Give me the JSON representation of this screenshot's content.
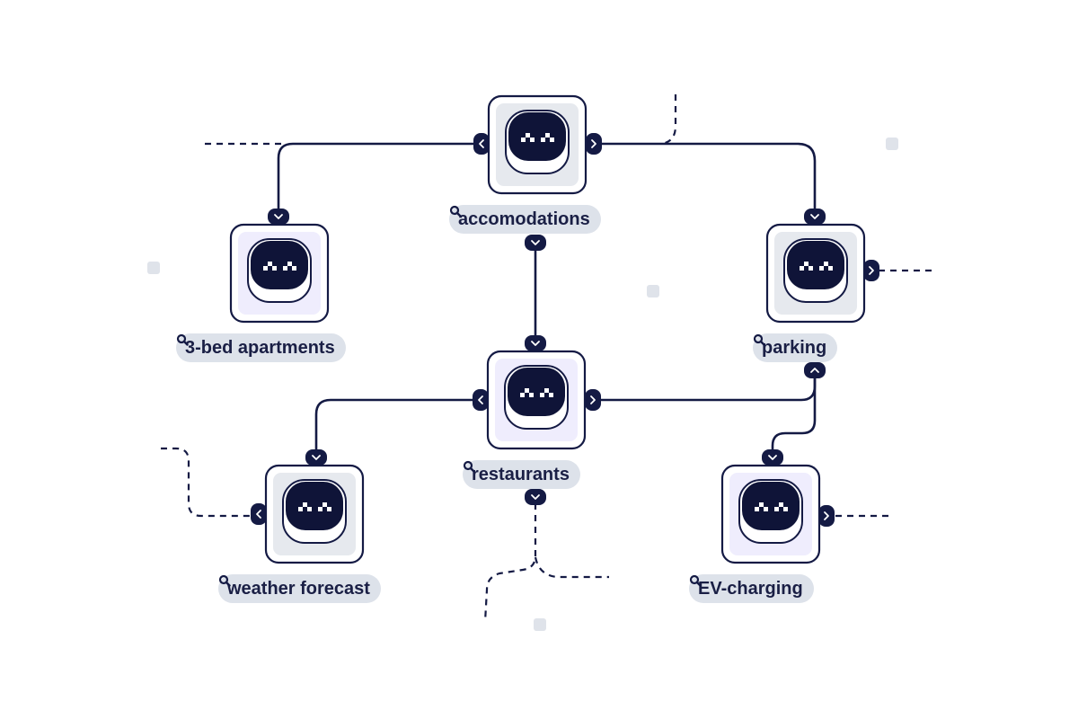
{
  "colors": {
    "ink": "#141a44",
    "face": "#0f1438",
    "node_border": "#141a44",
    "inner_gray": "#e6e9ee",
    "inner_lavender": "#efedfd",
    "pill_bg": "#dde2ea",
    "sq_marker": "#dfe3ea"
  },
  "nodes": [
    {
      "id": "accomodations",
      "label": "accomodations",
      "theme": "gray",
      "icon": "robot-face-icon"
    },
    {
      "id": "apartments",
      "label": "3-bed apartments",
      "theme": "lavender",
      "icon": "robot-face-icon"
    },
    {
      "id": "parking",
      "label": "parking",
      "theme": "gray",
      "icon": "robot-face-icon"
    },
    {
      "id": "restaurants",
      "label": "restaurants",
      "theme": "lavender",
      "icon": "robot-face-icon"
    },
    {
      "id": "weather",
      "label": "weather forecast",
      "theme": "gray",
      "icon": "robot-face-icon"
    },
    {
      "id": "ev",
      "label": "EV-charging",
      "theme": "lavender",
      "icon": "robot-face-icon"
    }
  ],
  "edges": [
    {
      "from": "accomodations",
      "to": "apartments"
    },
    {
      "from": "accomodations",
      "to": "parking"
    },
    {
      "from": "accomodations",
      "to": "restaurants"
    },
    {
      "from": "restaurants",
      "to": "weather"
    },
    {
      "from": "restaurants",
      "to": "parking"
    },
    {
      "from": "parking",
      "to": "ev"
    }
  ],
  "search_icon": "search-icon"
}
